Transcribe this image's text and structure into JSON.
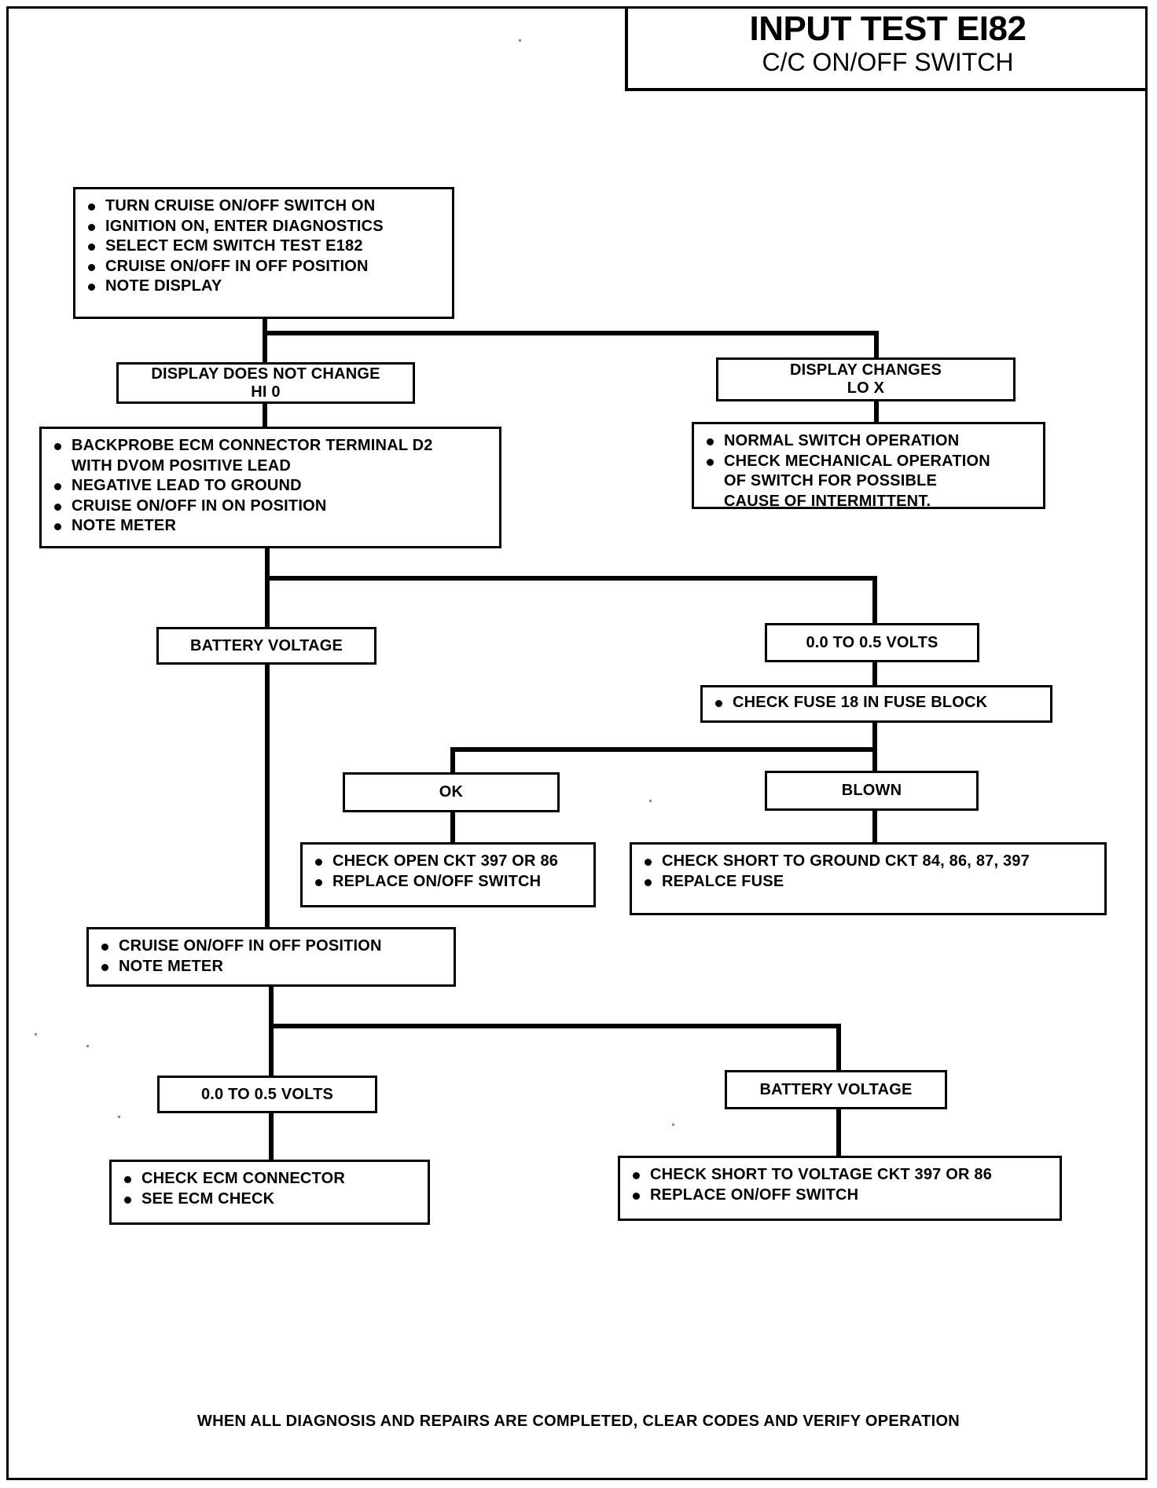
{
  "header": {
    "title": "INPUT TEST EI82",
    "subtitle": "C/C ON/OFF SWITCH"
  },
  "chart_data": {
    "type": "diagram",
    "title": "INPUT TEST EI82 - C/C ON/OFF SWITCH",
    "nodes": [
      {
        "id": "start",
        "kind": "bullet-list"
      },
      {
        "id": "display_no_change",
        "kind": "decision"
      },
      {
        "id": "display_changes",
        "kind": "decision"
      },
      {
        "id": "backprobe",
        "kind": "bullet-list"
      },
      {
        "id": "normal_switch",
        "kind": "bullet-list"
      },
      {
        "id": "battery_voltage_1",
        "kind": "result"
      },
      {
        "id": "volts_low_1",
        "kind": "result"
      },
      {
        "id": "check_fuse",
        "kind": "bullet-list"
      },
      {
        "id": "ok",
        "kind": "result"
      },
      {
        "id": "blown",
        "kind": "result"
      },
      {
        "id": "check_open",
        "kind": "bullet-list"
      },
      {
        "id": "check_short_ground",
        "kind": "bullet-list"
      },
      {
        "id": "cruise_off",
        "kind": "bullet-list"
      },
      {
        "id": "volts_low_2",
        "kind": "result"
      },
      {
        "id": "battery_voltage_2",
        "kind": "result"
      },
      {
        "id": "check_ecm",
        "kind": "bullet-list"
      },
      {
        "id": "check_short_voltage",
        "kind": "bullet-list"
      }
    ]
  },
  "nodes": {
    "start": {
      "items": [
        "TURN CRUISE ON/OFF SWITCH ON",
        "IGNITION ON, ENTER DIAGNOSTICS",
        "SELECT ECM SWITCH TEST E182",
        "CRUISE ON/OFF IN OFF POSITION",
        "NOTE DISPLAY"
      ]
    },
    "display_no_change": {
      "label": "DISPLAY DOES NOT CHANGE\nHI 0"
    },
    "display_changes": {
      "label": "DISPLAY CHANGES\nLO X"
    },
    "backprobe": {
      "items": [
        "BACKPROBE ECM CONNECTOR TERMINAL D2\nWITH DVOM POSITIVE LEAD",
        "NEGATIVE LEAD TO GROUND",
        "CRUISE ON/OFF IN ON POSITION",
        "NOTE METER"
      ]
    },
    "normal_switch": {
      "items": [
        "NORMAL SWITCH OPERATION",
        "CHECK MECHANICAL OPERATION\nOF SWITCH  FOR POSSIBLE\nCAUSE OF INTERMITTENT."
      ]
    },
    "battery_voltage_1": {
      "label": "BATTERY VOLTAGE"
    },
    "volts_low_1": {
      "label": "0.0 TO 0.5 VOLTS"
    },
    "check_fuse": {
      "items": [
        "CHECK FUSE 18 IN FUSE BLOCK"
      ]
    },
    "ok": {
      "label": "OK"
    },
    "blown": {
      "label": "BLOWN"
    },
    "check_open": {
      "items": [
        "CHECK OPEN CKT 397 OR 86",
        "REPLACE ON/OFF SWITCH"
      ]
    },
    "check_short_ground": {
      "items": [
        "CHECK SHORT TO GROUND CKT 84, 86, 87, 397",
        "REPALCE FUSE"
      ]
    },
    "cruise_off": {
      "items": [
        "CRUISE ON/OFF IN OFF POSITION",
        "NOTE METER"
      ]
    },
    "volts_low_2": {
      "label": "0.0 TO 0.5 VOLTS"
    },
    "battery_voltage_2": {
      "label": "BATTERY VOLTAGE"
    },
    "check_ecm": {
      "items": [
        "CHECK ECM CONNECTOR",
        "SEE  ECM CHECK"
      ]
    },
    "check_short_voltage": {
      "items": [
        "CHECK SHORT TO VOLTAGE CKT 397 OR 86",
        "REPLACE ON/OFF SWITCH"
      ]
    }
  },
  "footer": {
    "text": "WHEN ALL DIAGNOSIS AND REPAIRS ARE COMPLETED, CLEAR CODES AND VERIFY OPERATION"
  },
  "colors": {
    "ink": "#000000",
    "paper": "#ffffff"
  }
}
